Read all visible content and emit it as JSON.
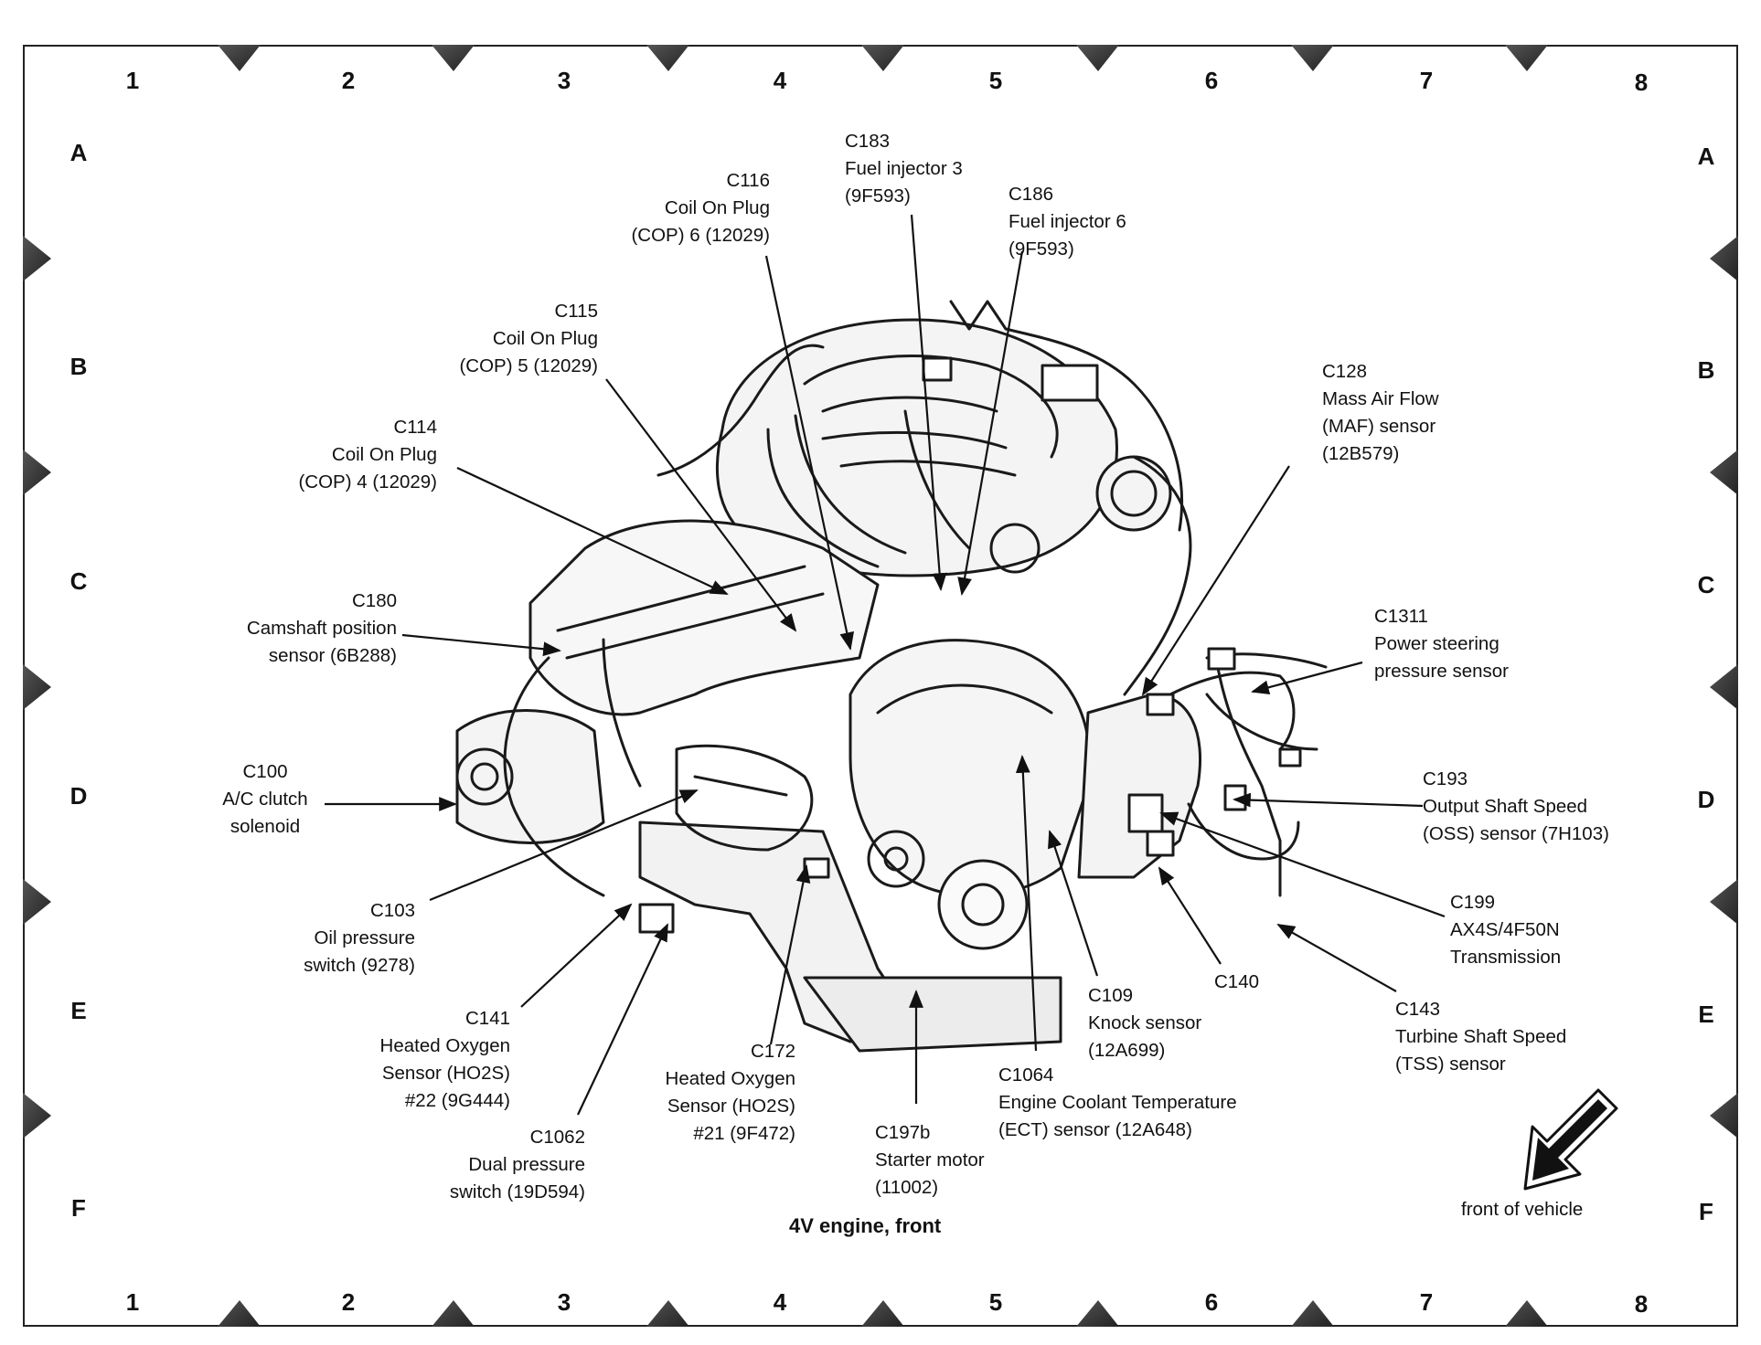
{
  "grid": {
    "columns": [
      "1",
      "2",
      "3",
      "4",
      "5",
      "6",
      "7",
      "8"
    ],
    "rows": [
      "A",
      "B",
      "C",
      "D",
      "E",
      "F"
    ]
  },
  "caption": "4V engine, front",
  "front_label": "front of vehicle",
  "callouts": {
    "c183": {
      "code": "C183",
      "lines": [
        "Fuel injector 3",
        "(9F593)"
      ]
    },
    "c186": {
      "code": "C186",
      "lines": [
        "Fuel injector 6",
        "(9F593)"
      ]
    },
    "c116": {
      "code": "C116",
      "lines": [
        "Coil On Plug",
        "(COP) 6 (12029)"
      ]
    },
    "c115": {
      "code": "C115",
      "lines": [
        "Coil On Plug",
        "(COP) 5 (12029)"
      ]
    },
    "c114": {
      "code": "C114",
      "lines": [
        "Coil On Plug",
        "(COP) 4 (12029)"
      ]
    },
    "c128": {
      "code": "C128",
      "lines": [
        "Mass Air Flow",
        "(MAF) sensor",
        "(12B579)"
      ]
    },
    "c180": {
      "code": "C180",
      "lines": [
        "Camshaft position",
        "sensor (6B288)"
      ]
    },
    "c1311": {
      "code": "C1311",
      "lines": [
        "Power steering",
        "pressure sensor"
      ]
    },
    "c100": {
      "code": "C100",
      "lines": [
        "A/C clutch",
        "solenoid"
      ]
    },
    "c193": {
      "code": "C193",
      "lines": [
        "Output Shaft Speed",
        "(OSS) sensor (7H103)"
      ]
    },
    "c103": {
      "code": "C103",
      "lines": [
        "Oil pressure",
        "switch (9278)"
      ]
    },
    "c199": {
      "code": "C199",
      "lines": [
        "AX4S/4F50N",
        "Transmission"
      ]
    },
    "c140": {
      "code": "C140",
      "lines": []
    },
    "c109": {
      "code": "C109",
      "lines": [
        "Knock sensor",
        "(12A699)"
      ]
    },
    "c143": {
      "code": "C143",
      "lines": [
        "Turbine Shaft Speed",
        "(TSS) sensor"
      ]
    },
    "c141": {
      "code": "C141",
      "lines": [
        "Heated Oxygen",
        "Sensor (HO2S)",
        "#22 (9G444)"
      ]
    },
    "c172": {
      "code": "C172",
      "lines": [
        "Heated Oxygen",
        "Sensor (HO2S)",
        "#21 (9F472)"
      ]
    },
    "c1064": {
      "code": "C1064",
      "lines": [
        "Engine Coolant Temperature",
        "(ECT) sensor (12A648)"
      ]
    },
    "c1062": {
      "code": "C1062",
      "lines": [
        "Dual pressure",
        "switch (19D594)"
      ]
    },
    "c197b": {
      "code": "C197b",
      "lines": [
        "Starter motor",
        "(11002)"
      ]
    }
  }
}
